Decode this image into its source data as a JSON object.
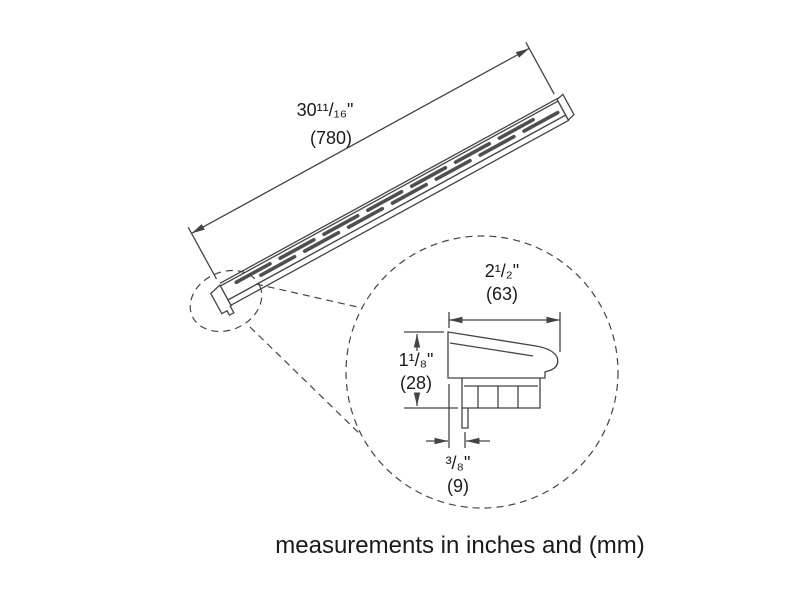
{
  "page": {
    "caption": "measurements in inches and (mm)"
  },
  "dimensions": {
    "length": {
      "inches": "30¹¹/₁₆\"",
      "mm": "(780)"
    },
    "width": {
      "inches": "2¹/₂\"",
      "mm": "(63)"
    },
    "height": {
      "inches": "1¹/₈\"",
      "mm": "(28)"
    },
    "lip": {
      "inches": "³/₈\"",
      "mm": "(9)"
    }
  },
  "colors": {
    "line": "#444444",
    "text": "#1a1a1a",
    "slot": "#4f4f4f",
    "background": "#ffffff"
  }
}
